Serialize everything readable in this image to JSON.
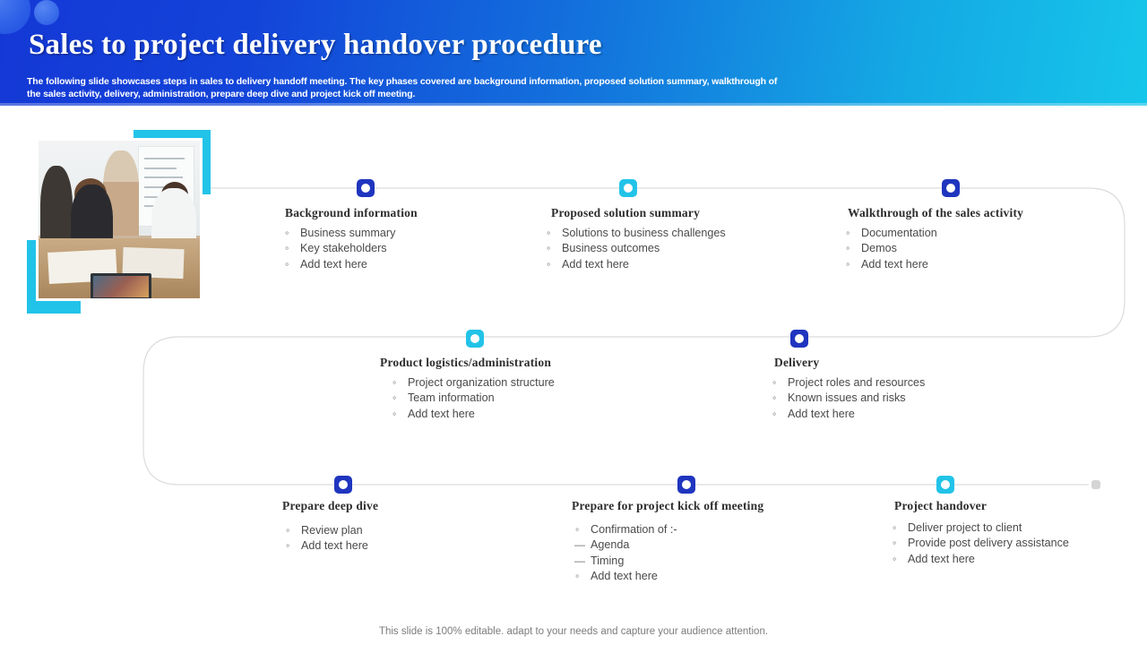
{
  "header": {
    "title": "Sales to project delivery handover procedure",
    "subtitle": "The following slide showcases steps in sales to delivery handoff meeting. The key phases covered are background information, proposed solution summary, walkthrough of the sales activity,  delivery,  administration, prepare deep dive and project kick off meeting.",
    "gradient_from": "#1438d6",
    "gradient_to": "#16c6ea"
  },
  "photo": {
    "caption_alt": "team meeting around a table with flipchart and laptop",
    "accent_color": "#22c3e8"
  },
  "colors": {
    "marker_blue": "#1f35bf",
    "marker_cyan": "#22c3e8",
    "connector_line": "#d8d8d8",
    "title_text": "#2d2d2d",
    "bullet_text": "#4a4a4a"
  },
  "steps": [
    {
      "id": "background-information",
      "title": "Background  information",
      "marker_color": "blue",
      "bullets": [
        {
          "mark": "circle",
          "text": "Business summary"
        },
        {
          "mark": "circle",
          "text": "Key stakeholders"
        },
        {
          "mark": "circle",
          "text": "Add text here"
        }
      ]
    },
    {
      "id": "proposed-solution-summary",
      "title": "Proposed  solution  summary",
      "marker_color": "cyan",
      "bullets": [
        {
          "mark": "circle",
          "text": "Solutions to business challenges"
        },
        {
          "mark": "circle",
          "text": "Business outcomes"
        },
        {
          "mark": "circle",
          "text": "Add text here"
        }
      ]
    },
    {
      "id": "walkthrough-of-the-sales-activity",
      "title": "Walkthrough  of the sales activity",
      "marker_color": "blue",
      "bullets": [
        {
          "mark": "circle",
          "text": "Documentation"
        },
        {
          "mark": "circle",
          "text": "Demos"
        },
        {
          "mark": "circle",
          "text": "Add text here"
        }
      ]
    },
    {
      "id": "product-logistics-administration",
      "title": "Product  logistics/administration",
      "marker_color": "cyan",
      "bullets": [
        {
          "mark": "circle",
          "text": "Project organization structure"
        },
        {
          "mark": "circle",
          "text": "Team information"
        },
        {
          "mark": "circle",
          "text": "Add text here"
        }
      ]
    },
    {
      "id": "delivery",
      "title": "Delivery",
      "marker_color": "blue",
      "bullets": [
        {
          "mark": "circle",
          "text": "Project roles and resources"
        },
        {
          "mark": "circle",
          "text": "Known issues and risks"
        },
        {
          "mark": "circle",
          "text": "Add text here"
        }
      ]
    },
    {
      "id": "prepare-deep-dive",
      "title": "Prepare  deep dive",
      "marker_color": "blue",
      "bullets": [
        {
          "mark": "circle",
          "text": "Review plan"
        },
        {
          "mark": "circle",
          "text": "Add text here"
        }
      ]
    },
    {
      "id": "prepare-for-project-kick-off-meeting",
      "title": "Prepare  for project  kick off meeting",
      "marker_color": "blue",
      "bullets": [
        {
          "mark": "circle",
          "text": "Confirmation of :-"
        },
        {
          "mark": "dash",
          "text": "Agenda"
        },
        {
          "mark": "dash",
          "text": "Timing"
        },
        {
          "mark": "circle",
          "text": "Add text here"
        }
      ]
    },
    {
      "id": "project-handover",
      "title": "Project  handover",
      "marker_color": "cyan",
      "bullets": [
        {
          "mark": "circle",
          "text": "Deliver project to client"
        },
        {
          "mark": "circle",
          "text": "Provide post delivery assistance"
        },
        {
          "mark": "circle",
          "text": "Add text here"
        }
      ]
    }
  ],
  "footer": {
    "note": "This slide is 100% editable. adapt to your needs and capture your audience attention."
  }
}
